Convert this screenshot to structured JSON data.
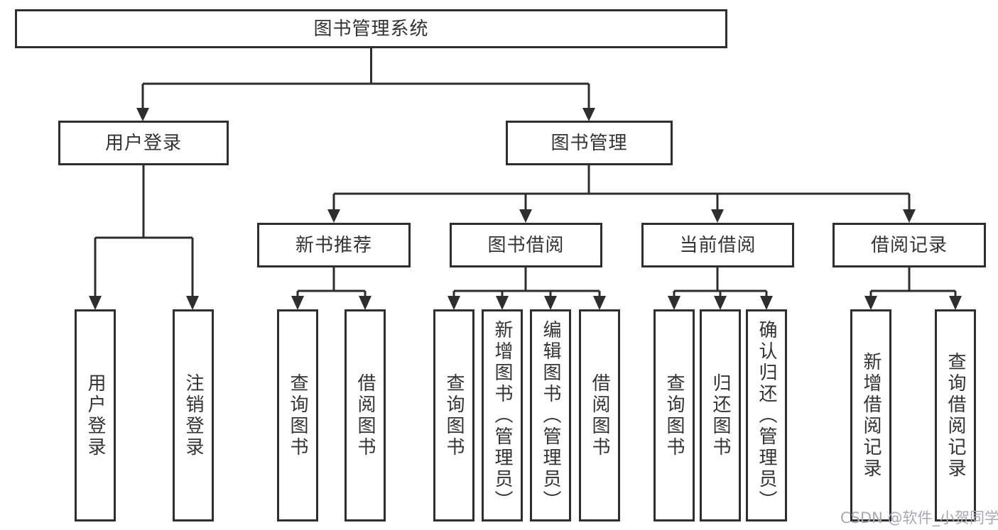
{
  "tree": {
    "root": {
      "label": "图书管理系统"
    },
    "branches": [
      {
        "label": "用户登录",
        "children": [
          {
            "label": "用户登录"
          },
          {
            "label": "注销登录"
          }
        ]
      },
      {
        "label": "图书管理",
        "children": [
          {
            "label": "新书推荐",
            "children": [
              {
                "label": "查询图书"
              },
              {
                "label": "借阅图书"
              }
            ]
          },
          {
            "label": "图书借阅",
            "children": [
              {
                "label": "查询图书"
              },
              {
                "label": "新增图书（管理员）"
              },
              {
                "label": "编辑图书（管理员）"
              },
              {
                "label": "借阅图书"
              }
            ]
          },
          {
            "label": "当前借阅",
            "children": [
              {
                "label": "查询图书"
              },
              {
                "label": "归还图书"
              },
              {
                "label": "确认归还（管理员）"
              }
            ]
          },
          {
            "label": "借阅记录",
            "children": [
              {
                "label": "新增借阅记录"
              },
              {
                "label": "查询借阅记录"
              }
            ]
          }
        ]
      }
    ]
  },
  "watermark": {
    "text": "CSDN @软件_小贺同学"
  },
  "colors": {
    "line": "#2e2e2e",
    "text": "#333333",
    "background": "#ffffff",
    "watermark": "#a8a8b0"
  }
}
